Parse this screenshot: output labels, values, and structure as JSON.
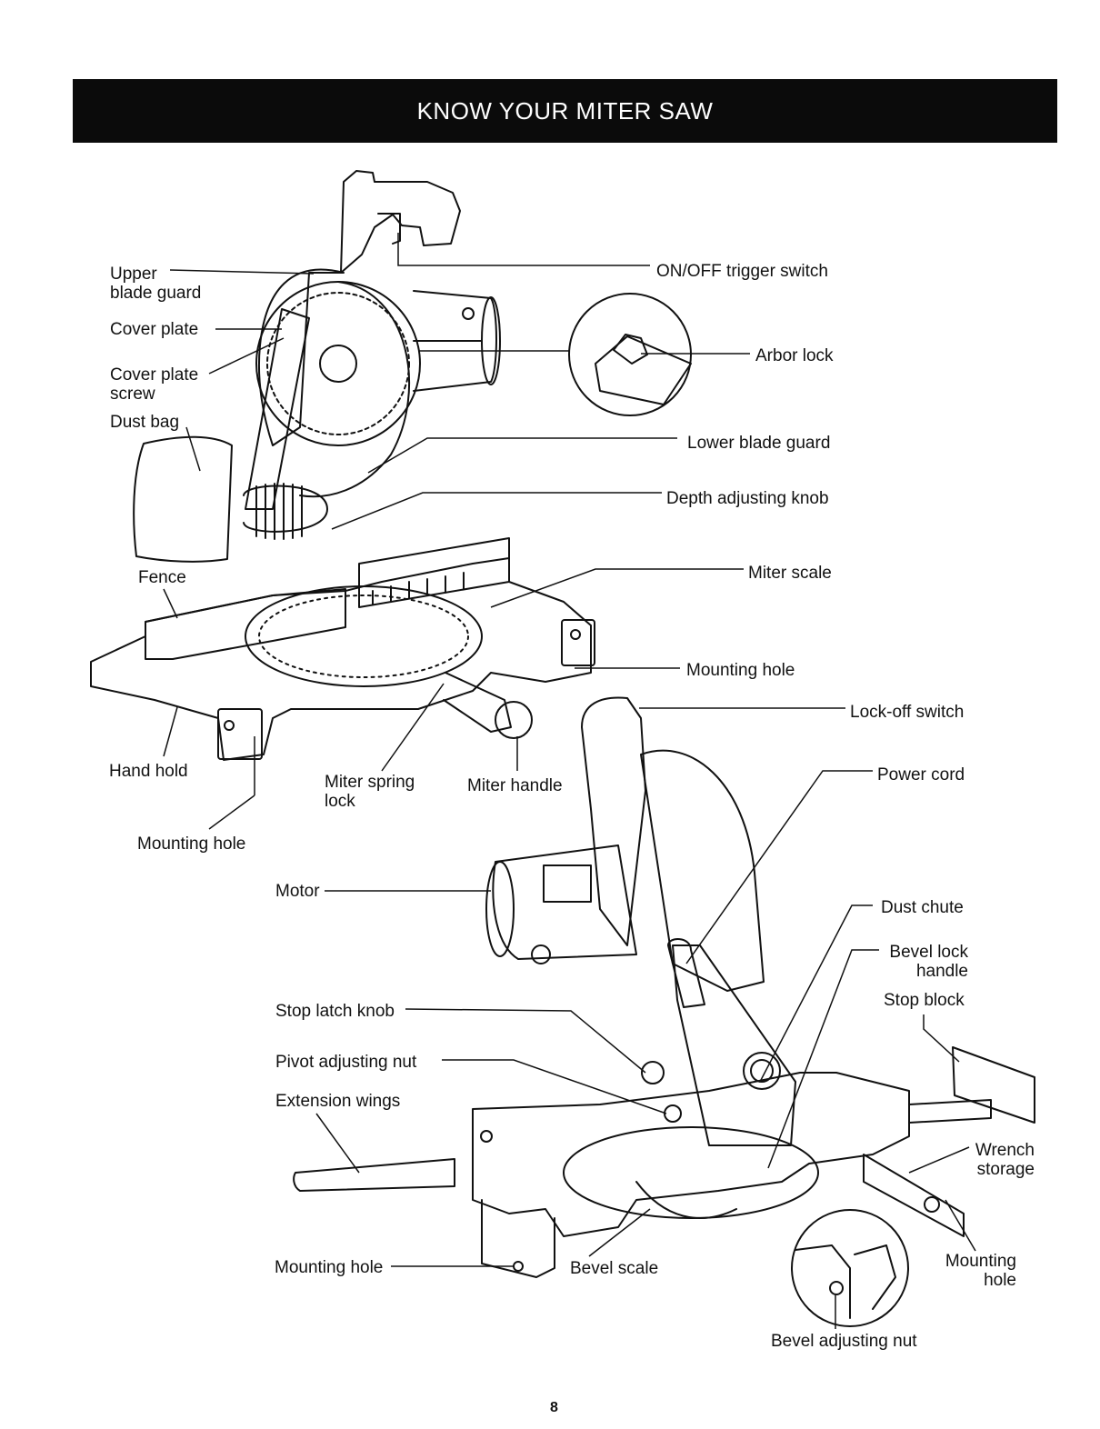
{
  "header": {
    "title": "KNOW YOUR MITER SAW"
  },
  "labels": {
    "upper_blade_guard": [
      "Upper",
      "blade guard"
    ],
    "cover_plate": "Cover plate",
    "cover_plate_screw": [
      "Cover plate",
      "screw"
    ],
    "dust_bag": "Dust bag",
    "fence": "Fence",
    "hand_hold": "Hand hold",
    "mounting_hole_left": "Mounting hole",
    "miter_spring_lock": [
      "Miter spring",
      "lock"
    ],
    "miter_handle": "Miter handle",
    "on_off_trigger_switch": "ON/OFF trigger switch",
    "arbor_lock": "Arbor lock",
    "lower_blade_guard": "Lower blade guard",
    "depth_adjusting_knob": "Depth adjusting knob",
    "miter_scale": "Miter scale",
    "mounting_hole_front": "Mounting hole",
    "lock_off_switch": "Lock-off switch",
    "power_cord": "Power cord",
    "motor": "Motor",
    "dust_chute": "Dust chute",
    "bevel_lock_handle": [
      "Bevel lock",
      "handle"
    ],
    "stop_block": "Stop block",
    "stop_latch_knob": "Stop latch knob",
    "pivot_adjusting_nut": "Pivot adjusting nut",
    "extension_wings": "Extension wings",
    "wrench_storage": [
      "Wrench",
      "storage"
    ],
    "mounting_hole_right": [
      "Mounting",
      "hole"
    ],
    "mounting_hole_bottom": "Mounting hole",
    "bevel_scale": "Bevel scale",
    "bevel_adjusting_nut": "Bevel adjusting nut"
  },
  "footer": {
    "page_number": "8"
  }
}
